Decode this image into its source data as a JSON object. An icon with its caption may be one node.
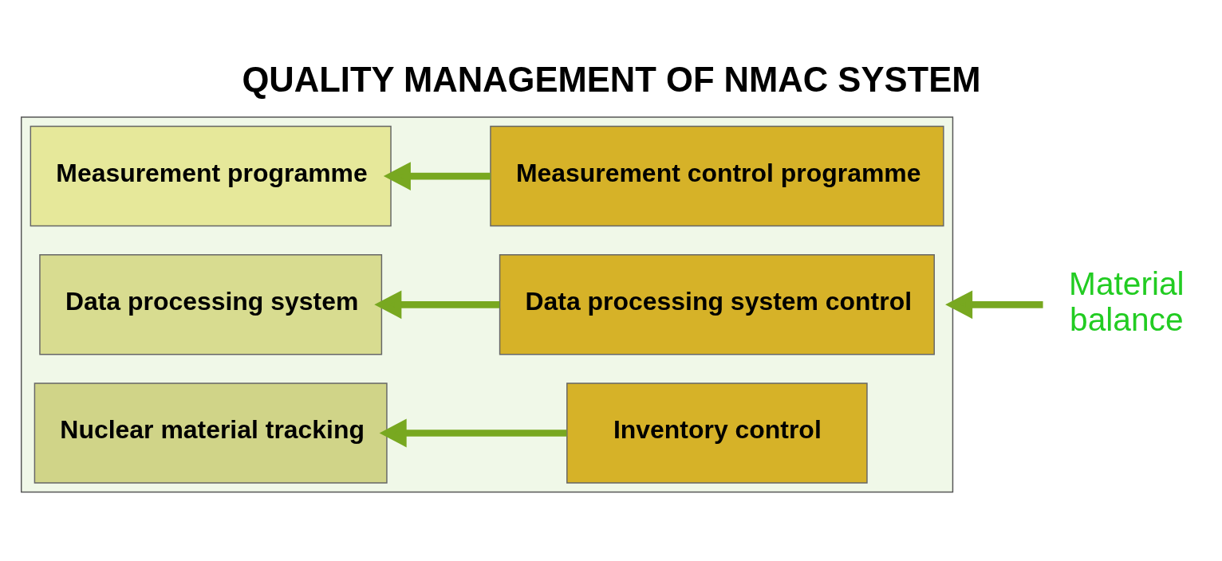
{
  "diagram": {
    "title": "QUALITY MANAGEMENT OF NMAC SYSTEM",
    "nodes": [
      {
        "text": [],
        "shape": "box"
      },
      {
        "text": [
          "Measurement programme"
        ],
        "in": 0
      },
      {
        "text": [
          "Measurement control programme"
        ],
        "in": 0
      },
      {
        "text": [
          "Data processing system"
        ],
        "in": 0
      },
      {
        "text": [
          "Data processing system control"
        ],
        "in": 0
      },
      {
        "text": [
          "Nuclear material tracking"
        ],
        "in": 0
      },
      {
        "text": [
          "Inventory control"
        ],
        "in": 0
      },
      {
        "text": [
          "Material",
          "balance"
        ]
      }
    ],
    "edges": [
      {
        "from": 2,
        "to": 1,
        "arrow": "to"
      },
      {
        "from": 4,
        "to": 3,
        "arrow": "to"
      },
      {
        "from": 6,
        "to": 5,
        "arrow": "to"
      },
      {
        "from": 7,
        "to": 0,
        "arrow": "to"
      }
    ]
  }
}
